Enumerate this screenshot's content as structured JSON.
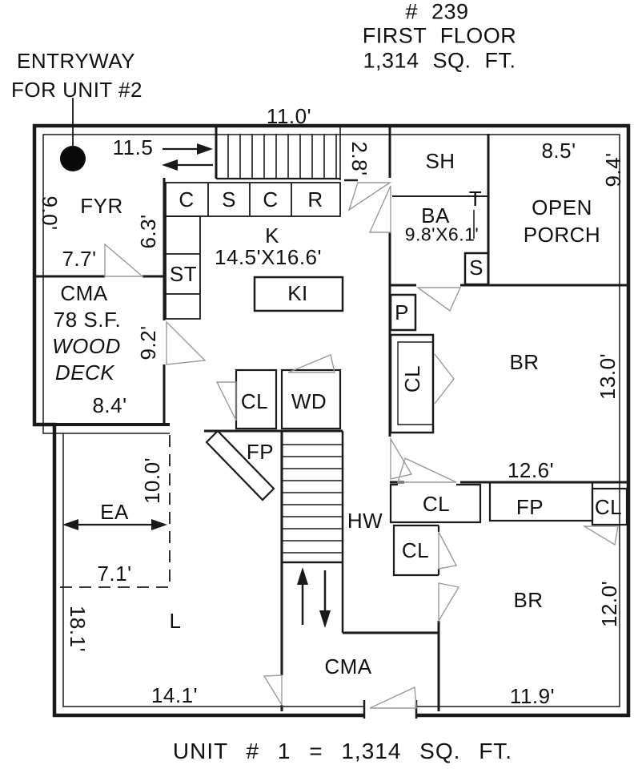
{
  "title_block": {
    "unit_number": "# 239",
    "floor": "FIRST FLOOR",
    "area": "1,314 SQ. FT."
  },
  "entry_note": {
    "line1": "ENTRYWAY",
    "line2": "FOR UNIT #2"
  },
  "footer": {
    "summary": "UNIT # 1 = 1,314 SQ. FT."
  },
  "rooms": {
    "foyer": "FYR",
    "kitchen": "K",
    "kitchen_size": "14.5'X16.6'",
    "kitchen_island": "KI",
    "counter_cells": [
      "C",
      "S",
      "C",
      "R"
    ],
    "stove": "ST",
    "shower": "SH",
    "bathroom": "BA",
    "bathroom_size": "9.8'X6.1'",
    "toilet": "T",
    "sink": "S",
    "porch_line1": "OPEN",
    "porch_line2": "PORCH",
    "deck_line1": "CMA",
    "deck_line2": "78 S.F.",
    "deck_line3": "WOOD",
    "deck_line4": "DECK",
    "closet_mid": "CL",
    "washer_dryer": "WD",
    "fireplace_main": "FP",
    "pantry": "P",
    "closet_bedroom1": "CL",
    "bedroom1": "BR",
    "hallway": "HW",
    "closet_hall_upper": "CL",
    "closet_hall_lower": "CL",
    "fireplace_bedroom2": "FP",
    "closet_bedroom2": "CL",
    "eating_area": "EA",
    "living_room": "L",
    "common_area": "CMA",
    "bedroom2": "BR"
  },
  "dimensions": {
    "stairs_width": "11.0'",
    "foyer_top": "11.5",
    "landing": "2.8'",
    "porch_width": "8.5'",
    "porch_depth": "9.4'",
    "foyer_left": "9.0'",
    "foyer_right": "6.3'",
    "foyer_bottom": "7.7'",
    "deck_right": "9.2'",
    "deck_bottom": "8.4'",
    "bedroom1_depth": "13.0'",
    "bedroom1_width": "12.6'",
    "eating_depth": "10.0'",
    "eating_bottom": "7.1'",
    "living_depth": "18.1'",
    "living_width": "14.1'",
    "bedroom2_width": "11.9'",
    "bedroom2_depth": "12.0'"
  },
  "colors": {
    "line": "#1a1a1a",
    "door": "#9a9a9a",
    "background": "#ffffff"
  }
}
